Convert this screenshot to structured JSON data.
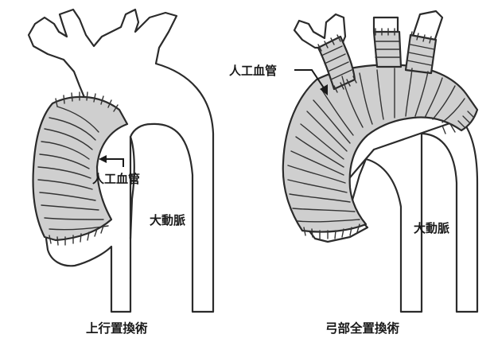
{
  "left_panel": {
    "graft_label": "人工血管",
    "vessel_label": "大動脈",
    "caption": "上行置換術"
  },
  "right_panel": {
    "graft_label": "人工血管",
    "vessel_label": "大動脈",
    "caption": "弓部全置換術"
  },
  "colors": {
    "graft_fill": "#cfcfcf",
    "outline": "#2b2b2b",
    "vessel_fill": "#ffffff"
  }
}
